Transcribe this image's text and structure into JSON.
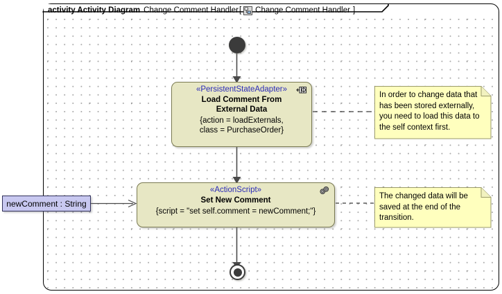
{
  "frame": {
    "keyword": "activity Activity Diagram",
    "name": "Change Comment Handler",
    "bracket_open": "[",
    "bracket_close": "]",
    "qualified_name": "Change Comment Handler",
    "icon": "activity-diagram-icon"
  },
  "nodes": {
    "initial": {
      "name": "initial-node"
    },
    "final": {
      "name": "final-node"
    },
    "activity1": {
      "stereotype": "«PersistentStateAdapter»",
      "name_line1": "Load Comment From",
      "name_line2": "External Data",
      "body_line1": "{action = loadExternals,",
      "body_line2": "class = PurchaseOrder}",
      "icon": "persistent-state-adapter-icon"
    },
    "activity2": {
      "stereotype": "«ActionScript»",
      "name_line1": "Set New Comment",
      "body_line1": "{script = \"set self.comment = newComment;\"}",
      "icon": "action-script-icon"
    }
  },
  "parameter": {
    "label": "newComment : String"
  },
  "notes": [
    {
      "line1": "In order to change data that",
      "line2": "has been stored externally,",
      "line3": "you need to load this data to",
      "line4": "the self context first."
    },
    {
      "line1": "The changed data will be",
      "line2": "saved at the end of the",
      "line3": "transition."
    }
  ],
  "colors": {
    "node_fill": "#e7e7c4",
    "node_stroke": "#7a7a52",
    "note_fill": "#ffffbe",
    "param_fill": "#c8c8f0",
    "stereotype_text": "#2a2ab8",
    "canvas": "#ffffff"
  }
}
